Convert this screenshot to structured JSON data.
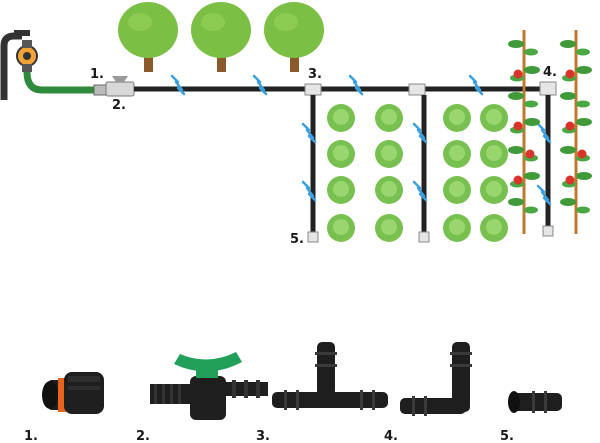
{
  "diagram": {
    "system_labels": [
      "1.",
      "2.",
      "3.",
      "4.",
      "5."
    ],
    "part_labels": [
      "1.",
      "2.",
      "3.",
      "4.",
      "5."
    ]
  },
  "colors": {
    "pipe": "#222222",
    "hose": "#2e8b3d",
    "tree": "#7cbf45",
    "trunk": "#8a5a2b",
    "cabbage": "#78c050",
    "water": "#3aa0e0",
    "tomato": "#d9342b",
    "stake": "#c07a2c",
    "valve": "#22a05a"
  }
}
